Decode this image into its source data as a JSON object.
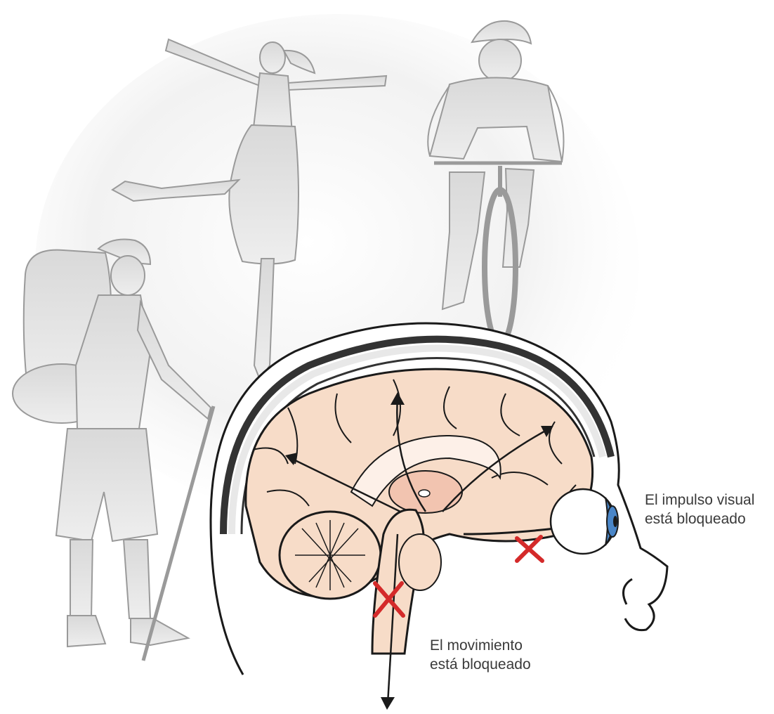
{
  "labels": {
    "visual_line1": "El impulso visual",
    "visual_line2": "está bloqueado",
    "movement_line1": "El movimiento",
    "movement_line2": "está bloqueado"
  },
  "colors": {
    "brain": "#f7dcc8",
    "brain_inner": "#f2c4b0",
    "corpus": "#fdf0e8",
    "skin_outline": "#1a1a1a",
    "block_mark": "#d42a2a",
    "iris": "#4a86c8",
    "silhouette": "#d6d6d6",
    "silhouette_line": "#9a9a9a"
  },
  "icons": [
    "hiker-figure",
    "dancer-figure",
    "cyclist-figure",
    "brain-cross-section",
    "eye-icon",
    "block-x-icon"
  ]
}
